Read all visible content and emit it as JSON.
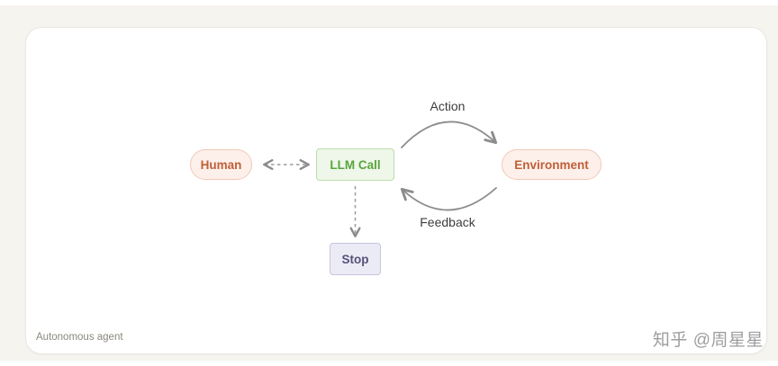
{
  "caption": "Autonomous agent",
  "watermark": "知乎 @周星星",
  "diagram": {
    "nodes": {
      "human": {
        "label": "Human",
        "bg": "#fdf0ea",
        "border": "#f0c9b8",
        "text": "#c05f38"
      },
      "llm_call": {
        "label": "LLM Call",
        "bg": "#eef7e9",
        "border": "#bcdcab",
        "text": "#5aa33e"
      },
      "environment": {
        "label": "Environment",
        "bg": "#fdf0ea",
        "border": "#f0c9b8",
        "text": "#c05f38"
      },
      "stop": {
        "label": "Stop",
        "bg": "#ebebf6",
        "border": "#c6c5de",
        "text": "#565179"
      }
    },
    "edges": {
      "action": {
        "label": "Action",
        "style": "curved-solid",
        "from": "LLM Call",
        "to": "Environment"
      },
      "feedback": {
        "label": "Feedback",
        "style": "curved-solid",
        "from": "Environment",
        "to": "LLM Call"
      },
      "human_llm": {
        "style": "dashed-bidirectional",
        "from": "Human",
        "to": "LLM Call"
      },
      "llm_stop": {
        "style": "dashed",
        "from": "LLM Call",
        "to": "Stop"
      }
    },
    "arrow_color": "#8c8c8c"
  }
}
